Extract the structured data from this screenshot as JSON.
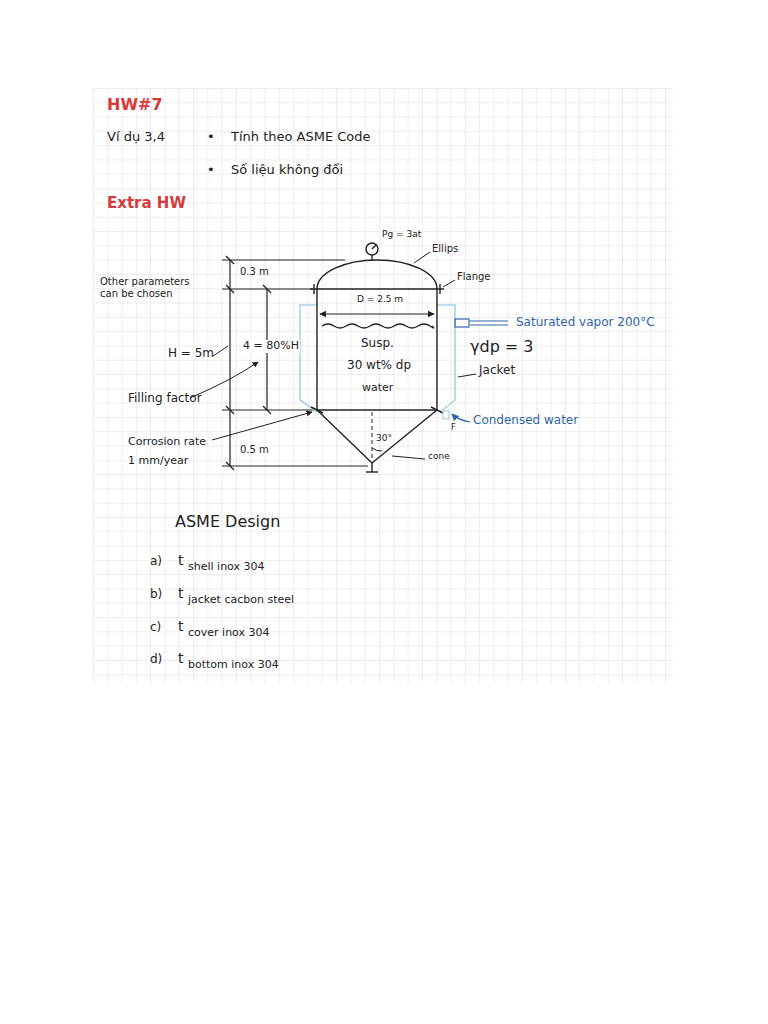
{
  "diagram": {
    "title": "HW#7",
    "labels": [
      "Ví dụ 3,4",
      "•",
      "Tính theo ASME Code",
      "•",
      "Số liệu không đổi",
      "Extra HW",
      "Pg = 3at",
      "Ellips",
      "0.3 m",
      "Other parameters can be chosen",
      "Flange",
      "D = 2.5 m",
      "Saturated vapor 200°C",
      "γdp = 3",
      "Jacket",
      "H = 5m",
      "4 = 80%H",
      "Susp.",
      "30 wt% dp",
      "water",
      "Filling factor",
      "Condensed water",
      "F",
      "Corrosion rate",
      "1 mm/year",
      "0.5 m",
      "30°",
      "cone",
      "ASME Design",
      "a)",
      "t",
      "shell inox 304",
      "b)",
      "t",
      "jacket cacbon steel",
      "c)",
      "t",
      "cover inox 304",
      "d)",
      "t",
      "bottom inox 304"
    ]
  }
}
